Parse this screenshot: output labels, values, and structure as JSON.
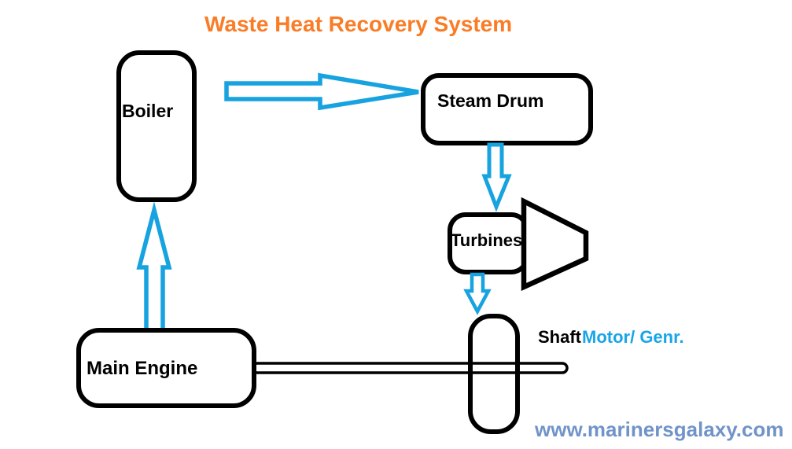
{
  "title": "Waste Heat Recovery System",
  "nodes": {
    "boiler": "Boiler",
    "steam_drum": "Steam Drum",
    "turbines": "Turbines",
    "main_engine": "Main Engine"
  },
  "labels": {
    "shaft": "Shaft",
    "motor_generator": "Motor/ Genr.",
    "watermark": "www.marinersgalaxy.com"
  },
  "colors": {
    "title": "#f97c26",
    "flow_arrow": "#17a2e0",
    "motor_generator_label": "#18a5e8",
    "watermark": "#7093c8",
    "shape_outline": "#000000",
    "background": "#ffffff"
  }
}
